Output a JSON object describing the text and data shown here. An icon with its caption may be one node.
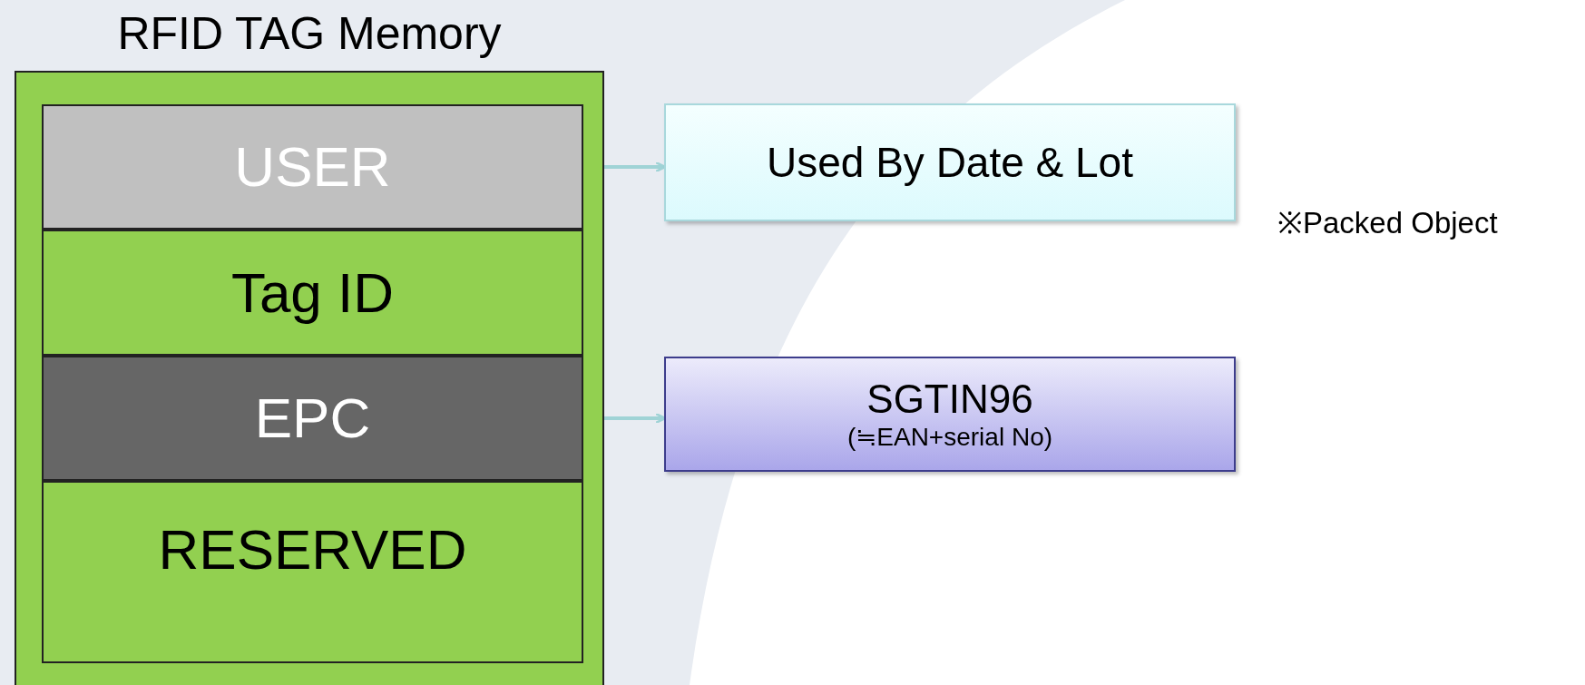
{
  "diagram": {
    "nodes": [
      {
        "text": [
          "RFID TAG Memory"
        ]
      },
      {
        "text": [
          "USER"
        ],
        "in": 0
      },
      {
        "text": [
          "Tag ID"
        ],
        "in": 0
      },
      {
        "text": [
          "EPC"
        ],
        "in": 0
      },
      {
        "text": [
          "RESERVED"
        ],
        "in": 0
      },
      {
        "text": [
          "Used By Date & Lot"
        ]
      },
      {
        "text": [
          "SGTIN96",
          "(≒EAN+serial No)"
        ]
      }
    ],
    "edges": [
      {
        "from": 1,
        "to": 5,
        "arrow": "to"
      },
      {
        "from": 3,
        "to": 6,
        "arrow": "to"
      }
    ],
    "labels": [
      "※Packed Object"
    ]
  }
}
